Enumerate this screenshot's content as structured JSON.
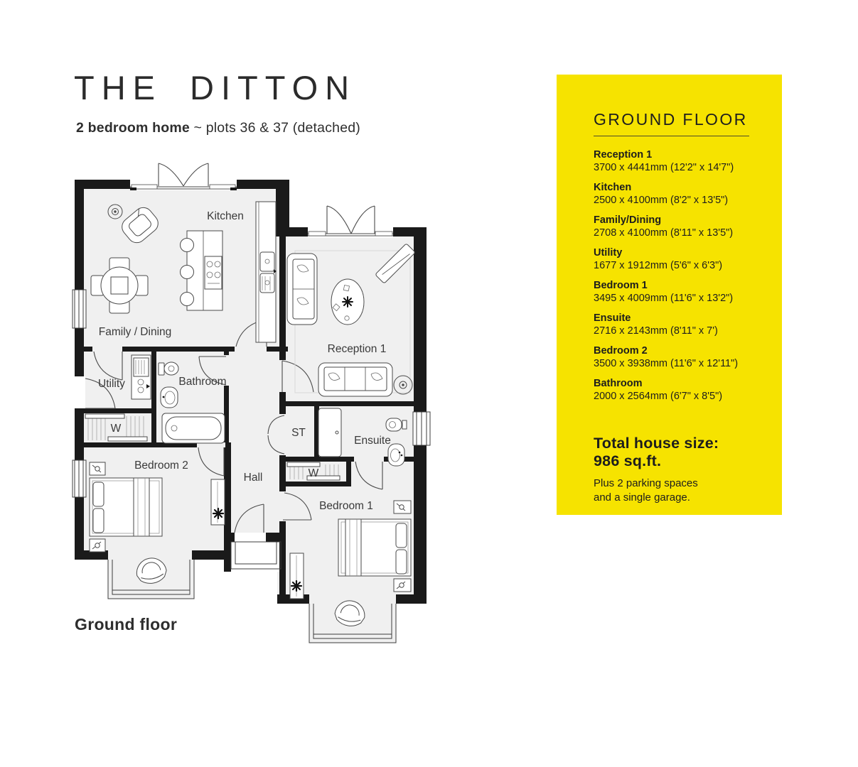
{
  "header": {
    "title": "THE DITTON",
    "subtitle_bold": "2 bedroom home",
    "subtitle_rest": " ~ plots 36 & 37 (detached)"
  },
  "plan": {
    "caption": "Ground floor",
    "rooms": {
      "kitchen": "Kitchen",
      "family": "Family / Dining",
      "utility": "Utility",
      "bathroom": "Bathroom",
      "reception": "Reception 1",
      "st": "ST",
      "ensuite": "Ensuite",
      "w1": "W",
      "w2": "W",
      "bedroom2": "Bedroom 2",
      "hall": "Hall",
      "bedroom1": "Bedroom 1"
    }
  },
  "panel": {
    "accent": "#F6E300",
    "heading": "GROUND FLOOR",
    "items": [
      {
        "name": "Reception 1",
        "dims": "3700 x 4441mm (12'2\" x 14'7\")"
      },
      {
        "name": "Kitchen",
        "dims": "2500 x 4100mm (8'2\" x 13'5\")"
      },
      {
        "name": "Family/Dining",
        "dims": "2708 x 4100mm (8'11\" x 13'5\")"
      },
      {
        "name": "Utility",
        "dims": "1677 x 1912mm (5'6\" x 6'3\")"
      },
      {
        "name": "Bedroom 1",
        "dims": "3495 x 4009mm (11'6\" x 13'2\")"
      },
      {
        "name": "Ensuite",
        "dims": "2716 x 2143mm (8'11\" x 7')"
      },
      {
        "name": "Bedroom 2",
        "dims": "3500 x 3938mm (11'6\" x 12'11\")"
      },
      {
        "name": "Bathroom",
        "dims": "2000 x 2564mm (6'7\" x 8'5\")"
      }
    ],
    "total_label": "Total house size:",
    "total_value": "986 sq.ft.",
    "extra_line1": "Plus 2 parking spaces",
    "extra_line2": "and a single garage."
  }
}
